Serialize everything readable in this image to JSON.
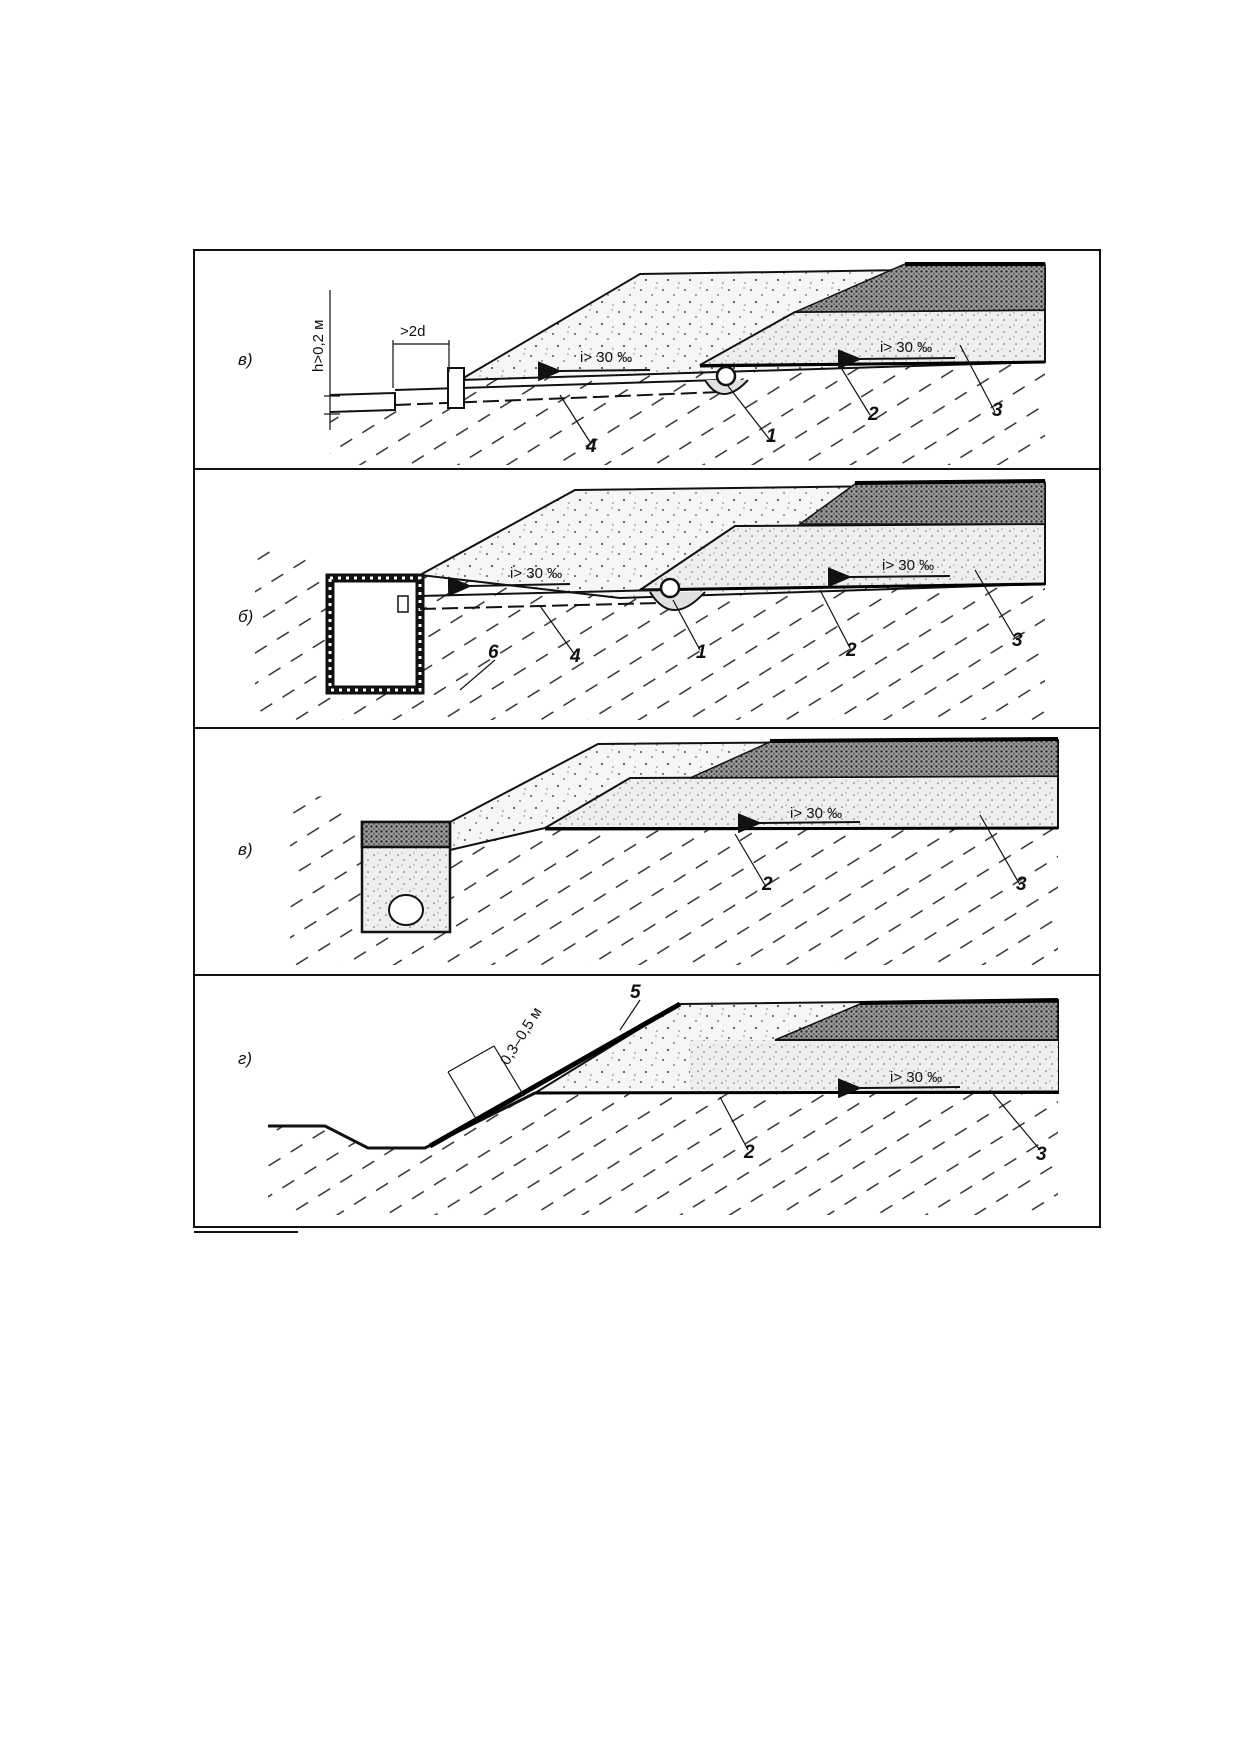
{
  "figure": {
    "panels": [
      {
        "id": "a",
        "label": "в)",
        "slope_upper": "i> 30 ‰",
        "slope_lower": "i> 30 ‰",
        "dim_width": ">2d",
        "dim_height": "h>0,2 м",
        "callouts": [
          "4",
          "1",
          "2",
          "3"
        ]
      },
      {
        "id": "b",
        "label": "б)",
        "slope_upper": "i> 30 ‰",
        "slope_lower": "i> 30 ‰",
        "callouts": [
          "6",
          "4",
          "1",
          "2",
          "3"
        ]
      },
      {
        "id": "c",
        "label": "в)",
        "slope_lower": "i> 30 ‰",
        "callouts": [
          "2",
          "3"
        ]
      },
      {
        "id": "d",
        "label": "г)",
        "slope_lower": "i> 30 ‰",
        "dim_thickness": "0,3–0,5 м",
        "callouts": [
          "5",
          "2",
          "3"
        ]
      }
    ]
  }
}
